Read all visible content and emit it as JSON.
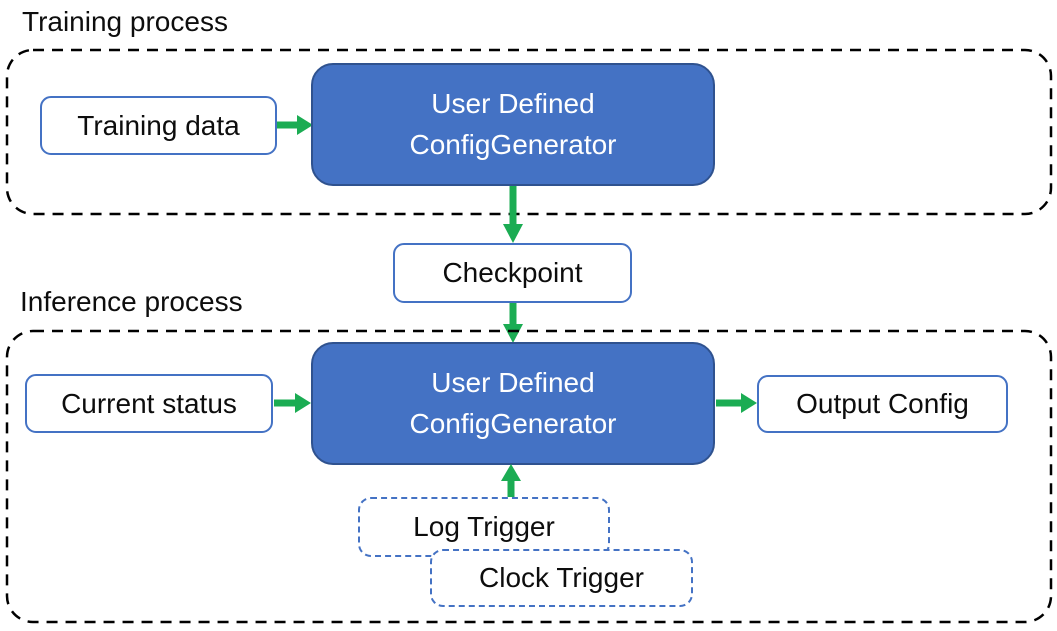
{
  "colors": {
    "accent_blue": "#4472C4",
    "accent_blue_dark": "#2F528F",
    "arrow_green": "#1BAC53",
    "container_dash": "#000000",
    "text": "#0D0D0D",
    "box_bg": "#FFFFFF"
  },
  "training": {
    "label": "Training process",
    "input_box": "Training data",
    "generator": {
      "line1": "User Defined",
      "line2": "ConfigGenerator"
    }
  },
  "checkpoint_box": "Checkpoint",
  "inference": {
    "label": "Inference process",
    "input_box": "Current status",
    "generator": {
      "line1": "User Defined",
      "line2": "ConfigGenerator"
    },
    "output_box": "Output Config",
    "log_trigger_box": "Log Trigger",
    "clock_trigger_box": "Clock Trigger"
  }
}
